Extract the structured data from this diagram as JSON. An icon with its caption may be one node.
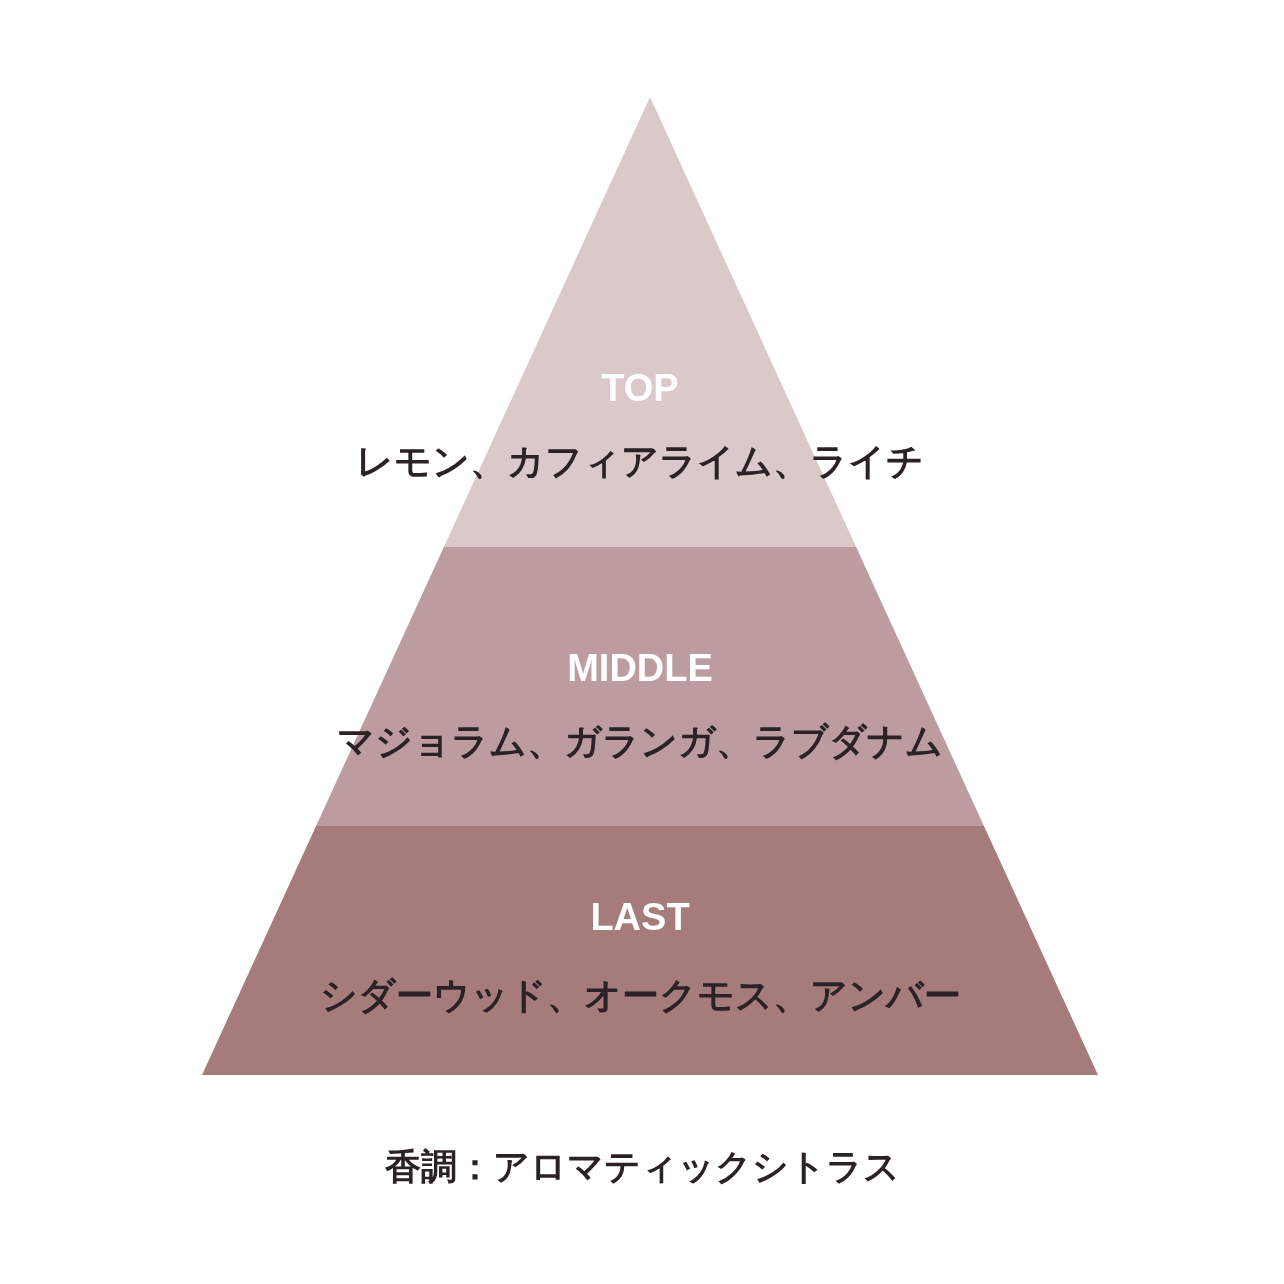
{
  "diagram": {
    "caption": "香調：アロマティックシトラス",
    "nodes": [
      {
        "text": [
          "TOP",
          "レモン、カフィアライム、ライチ"
        ]
      },
      {
        "text": [
          "MIDDLE",
          "マジョラム、ガランガ、ラブダナム"
        ]
      },
      {
        "text": [
          "LAST",
          "シダーウッド、オークモス、アンバー"
        ]
      }
    ]
  }
}
